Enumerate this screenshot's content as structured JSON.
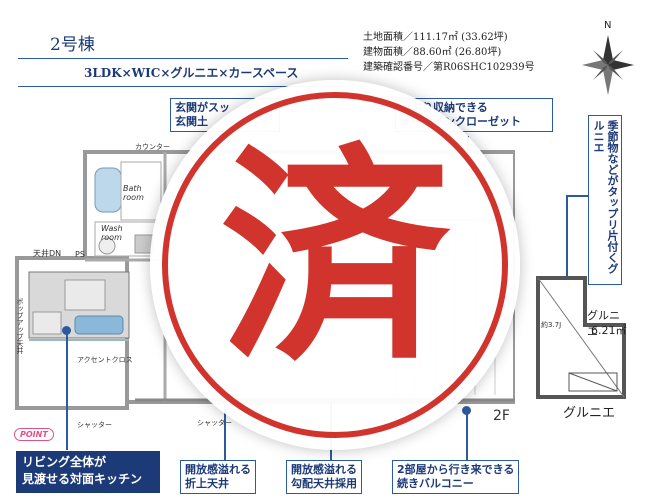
{
  "header": {
    "building_no": "2号棟",
    "layout_desc": "3LDK×WIC×グルニエ×カースペース",
    "land_area": "土地面積／111.17㎡ (33.62坪)",
    "building_area": "建物面積／88.60㎡ (26.80坪)",
    "permit_no": "建築確認番号／第R06SHC102939号"
  },
  "compass": {
    "label": "N"
  },
  "callouts": {
    "entrance_1": "玄関がスッ",
    "entrance_2": "玄関土",
    "storage_1": "っぷり収納できる",
    "storage_2": "ォークインクローゼット",
    "gurunie_side": "季節物などがタップリ片付くグルニエ",
    "ceiling_fold_1": "開放感溢れる",
    "ceiling_fold_2": "折上天井",
    "ceiling_slope_1": "開放感溢れる",
    "ceiling_slope_2": "勾配天井採用",
    "balcony_1": "2部屋から行き来できる",
    "balcony_2": "続きバルコニー",
    "point_badge": "POINT",
    "point_1": "リビング全体が",
    "point_2": "見渡せる対面キッチン"
  },
  "floorplan": {
    "counter": "カウンター",
    "bath": "Bath room",
    "wash": "Wash room",
    "ceiling_dn": "天井DN",
    "ps": "PS",
    "popup": "ポップアップ天井",
    "accent": "アクセントクロス",
    "shutter_1": "シャッター",
    "shutter_2": "シャッター",
    "floor_label": "2F"
  },
  "gurunie": {
    "size": "約3.7J",
    "name": "グルニエ",
    "area": "6.21㎡",
    "bottom_label": "グルニエ"
  },
  "stamp": {
    "char": "済",
    "color": "#d0342c"
  },
  "colors": {
    "navy": "#1d3a78",
    "accent_blue": "#2c5aa0",
    "point_bg": "#1d3a78"
  }
}
